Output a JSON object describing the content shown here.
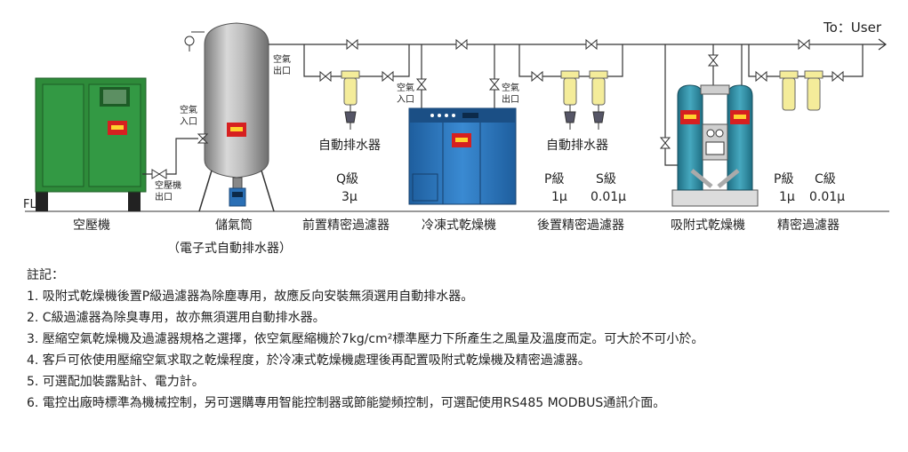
{
  "diagram": {
    "to_user": "To：User",
    "floor": "FL.",
    "labels": {
      "compressor": "空壓機",
      "tank": "儲氣筒",
      "tank_sub": "（電子式自動排水器）",
      "pre_filter": "前置精密過濾器",
      "fridge_dryer": "冷凍式乾燥機",
      "post_filter": "後置精密過濾器",
      "adsorption_dryer": "吸附式乾燥機",
      "precision_filter": "精密過濾器"
    },
    "auto_drain": "自動排水器",
    "air_in": [
      "空氣",
      "入口"
    ],
    "air_out": [
      "空氣",
      "出口"
    ],
    "compressor_out": [
      "空壓機",
      "出口"
    ],
    "grade_q": "Q級",
    "grade_q_size": "3μ",
    "grade_p": "P級",
    "grade_p_size": "1μ",
    "grade_s": "S級",
    "grade_s_size": "0.01μ",
    "grade_c": "C級",
    "grade_c_size": "0.01μ"
  },
  "notes": {
    "title": "註記：",
    "items": [
      "1. 吸附式乾燥機後置P級過濾器為除塵專用，故應反向安裝無須選用自動排水器。",
      "2. C級過濾器為除臭專用，故亦無須選用自動排水器。",
      "3. 壓縮空氣乾燥機及過濾器規格之選擇，依空氣壓縮機於7kg/cm²標準壓力下所產生之風量及溫度而定。可大於不可小於。",
      "4. 客戶可依使用壓縮空氣求取之乾燥程度，於冷凍式乾燥機處理後再配置吸附式乾燥機及精密過濾器。",
      "5. 可選配加裝露點計、電力計。",
      "6. 電控出廠時標準為機械控制，另可選購專用智能控制器或節能變頻控制，可選配使用RS485 MODBUS通訊介面。"
    ]
  },
  "colors": {
    "compressor": "#2e8b3a",
    "tank": "#a8a8a8",
    "fridge_dryer": "#2a78c0",
    "adsorption_dryer": "#2f8fa5",
    "filter": "#f4ec9a",
    "logo": "#d62020",
    "pipe": "#333333"
  }
}
